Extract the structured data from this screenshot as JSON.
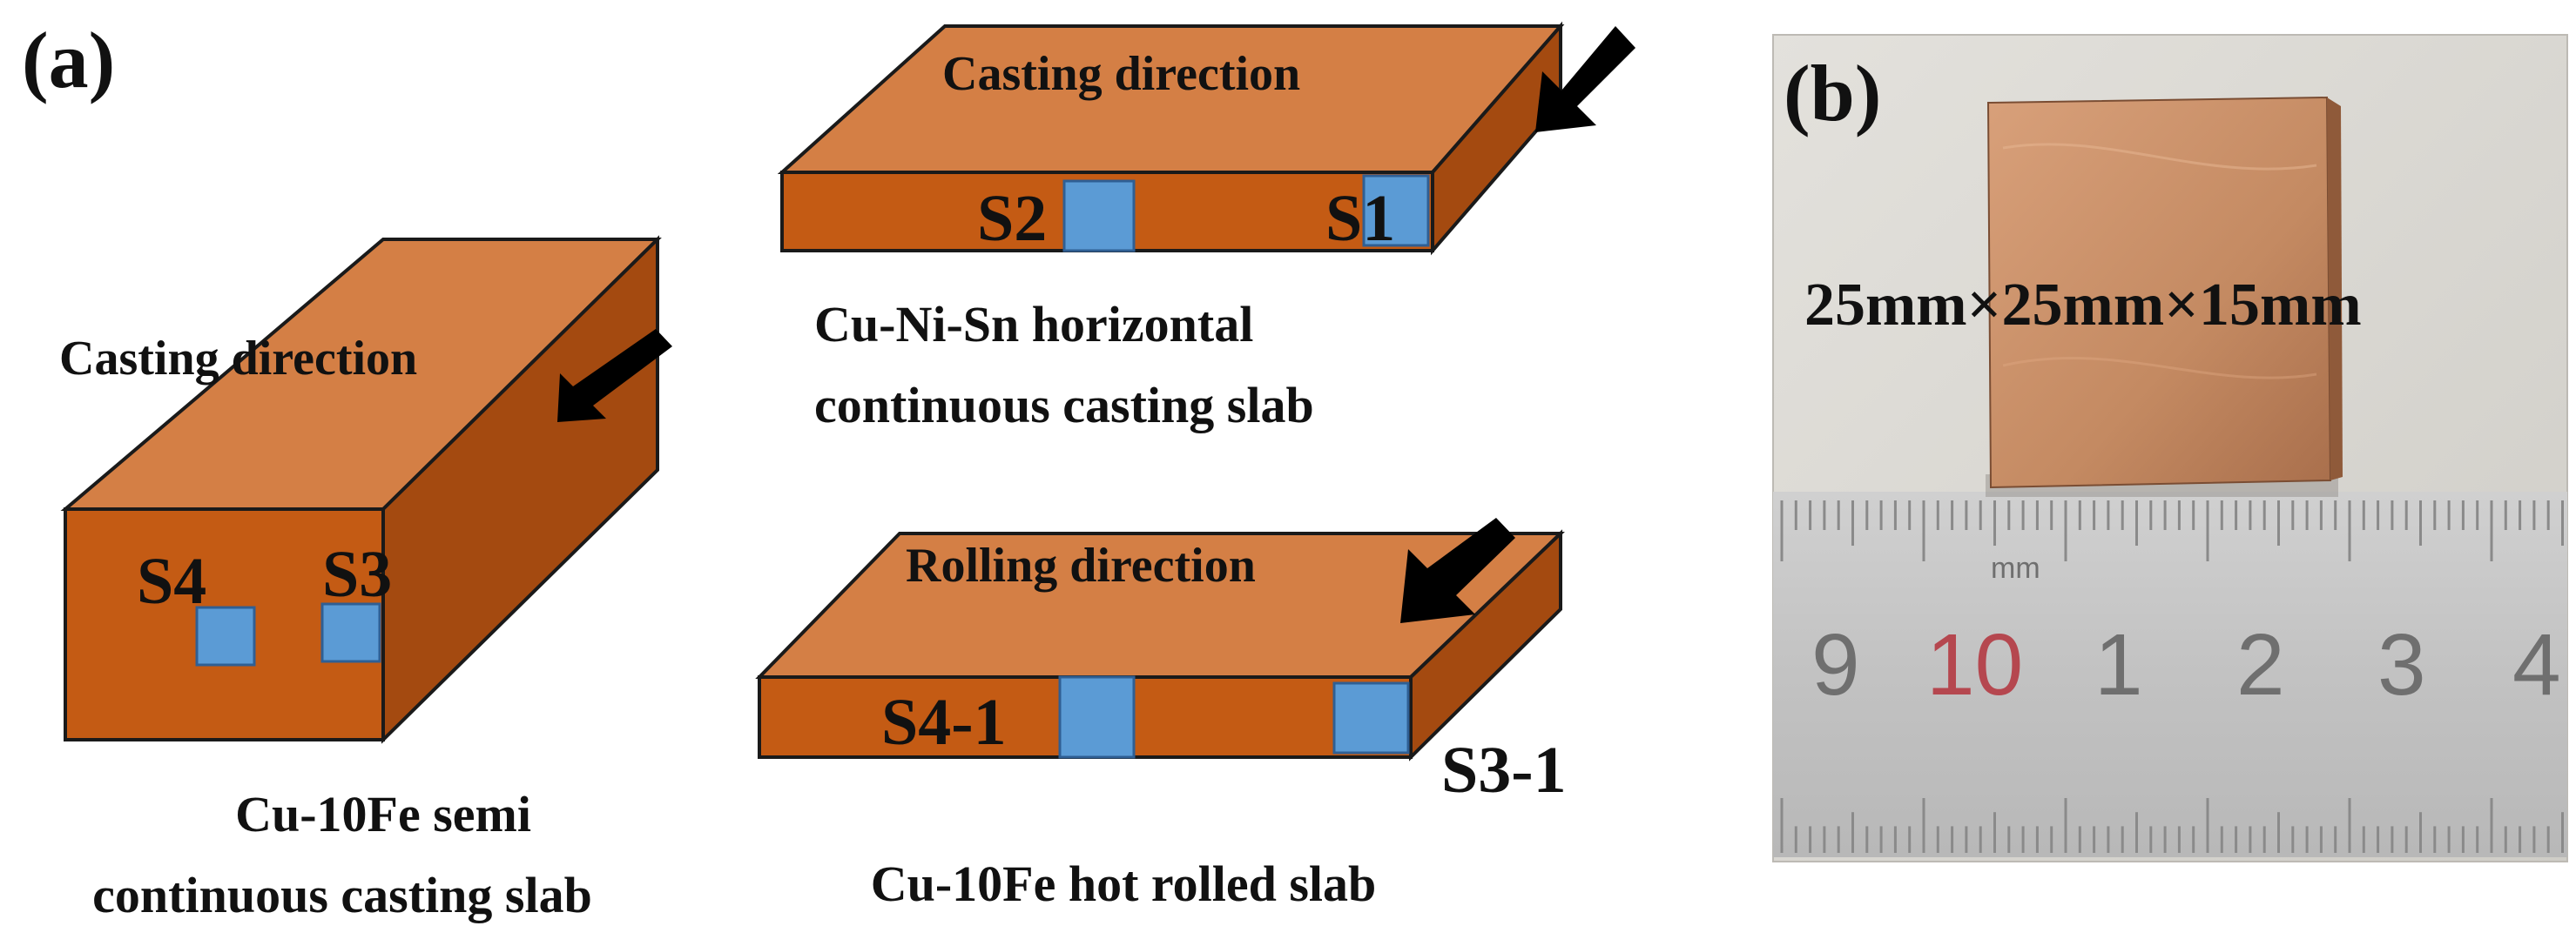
{
  "colors": {
    "slab_top": "#d47f45",
    "slab_front": "#c45b14",
    "slab_side": "#a44a10",
    "slab_outline": "#1a1a1a",
    "sample_box": "#5b9bd5",
    "arrow": "#000000",
    "photo_bg": "#dad8d3",
    "ruler": "#c4c4c4",
    "ruler_red_number": "#b5474f",
    "specimen": "#c8906a"
  },
  "panel_a": {
    "label": "(a)",
    "semi_continuous": {
      "direction_label": "Casting direction",
      "samples": [
        "S4",
        "S3"
      ],
      "caption_line1": "Cu-10Fe semi",
      "caption_line2": "continuous casting slab"
    },
    "horizontal": {
      "direction_label": "Casting direction",
      "samples": [
        "S2",
        "S1"
      ],
      "caption_line1": "Cu-Ni-Sn horizontal",
      "caption_line2": "continuous casting slab"
    },
    "hot_rolled": {
      "direction_label": "Rolling direction",
      "samples": [
        "S4-1",
        "S3-1"
      ],
      "caption": "Cu-10Fe hot rolled slab"
    }
  },
  "panel_b": {
    "label": "(b)",
    "dimensions": "25mm×25mm×15mm",
    "ruler_unit": "mm",
    "ruler_numbers": [
      "9",
      "10",
      "1",
      "2",
      "3",
      "4"
    ],
    "ruler_red_number": "10",
    "icons": [
      "specimen-block-icon",
      "ruler-icon"
    ]
  }
}
